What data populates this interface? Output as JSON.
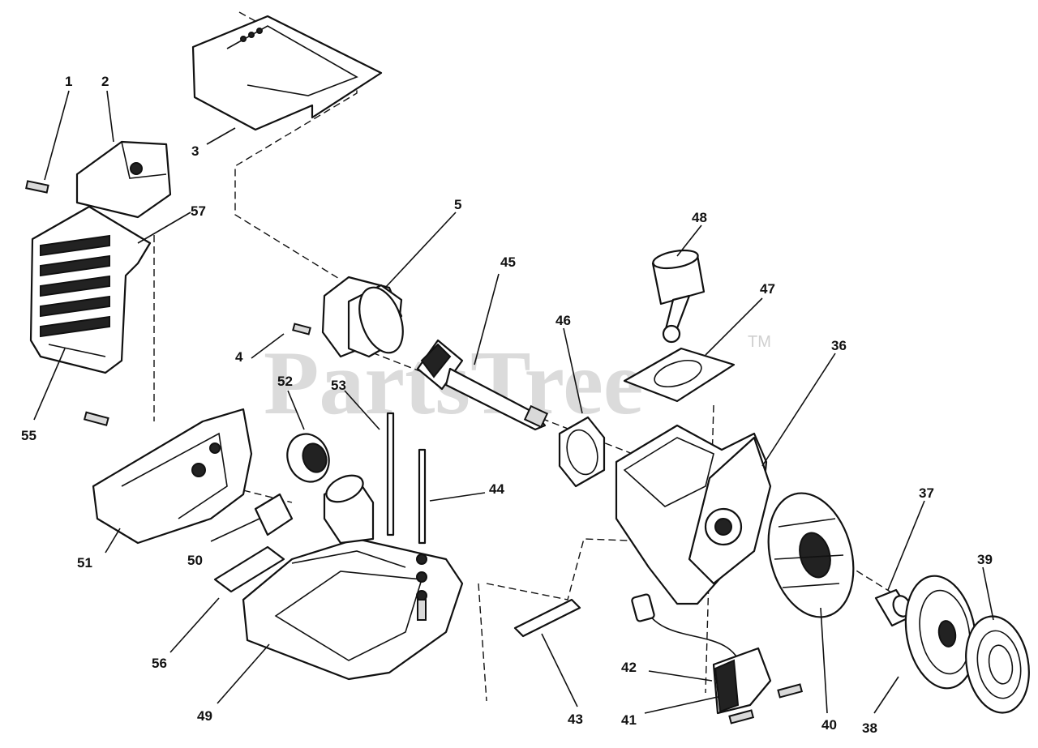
{
  "watermark": {
    "text": "PartsTree",
    "trademark": "TM"
  },
  "parts": [
    {
      "n": "1"
    },
    {
      "n": "2"
    },
    {
      "n": "3"
    },
    {
      "n": "4"
    },
    {
      "n": "5"
    },
    {
      "n": "36"
    },
    {
      "n": "37"
    },
    {
      "n": "38"
    },
    {
      "n": "39"
    },
    {
      "n": "40"
    },
    {
      "n": "41"
    },
    {
      "n": "42"
    },
    {
      "n": "43"
    },
    {
      "n": "44"
    },
    {
      "n": "45"
    },
    {
      "n": "46"
    },
    {
      "n": "47"
    },
    {
      "n": "48"
    },
    {
      "n": "49"
    },
    {
      "n": "50"
    },
    {
      "n": "51"
    },
    {
      "n": "52"
    },
    {
      "n": "53"
    },
    {
      "n": "55"
    },
    {
      "n": "56"
    },
    {
      "n": "57"
    }
  ]
}
